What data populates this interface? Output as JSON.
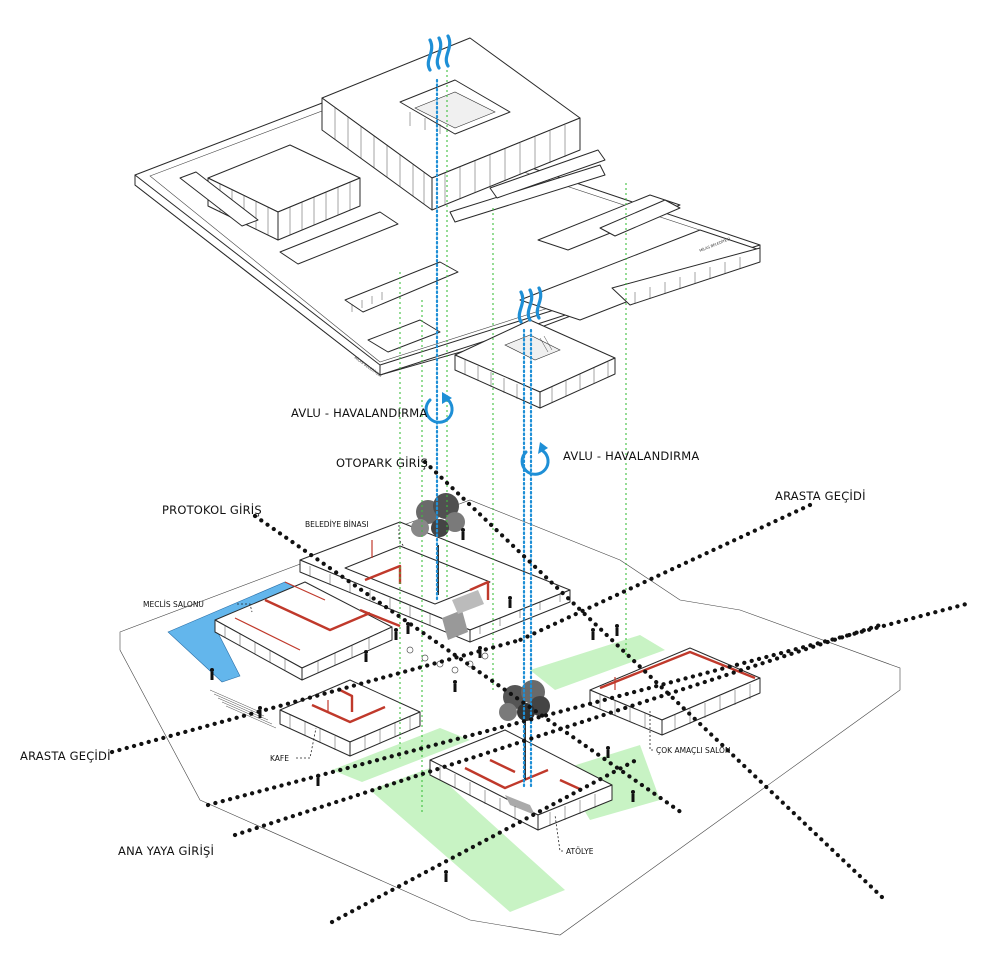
{
  "labels": {
    "avlu_1": "AVLU - HAVALANDIRMA",
    "avlu_2": "AVLU - HAVALANDIRMA",
    "otopark": "OTOPARK GİRİŞ",
    "protokol": "PROTOKOL GİRİŞ",
    "arasta_top": "ARASTA GEÇİDİ",
    "arasta_left": "ARASTA GEÇİDİ",
    "ana_yaya": "ANA YAYA GİRİŞİ",
    "belediye": "BELEDİYE BİNASI",
    "meclis": "MECLİS SALONU",
    "kafe": "KAFE",
    "cok_amacli": "ÇOK AMAÇLI SALON",
    "atolye": "ATÖLYE",
    "roof_sign_1": "MİLAS BELEDİYESİ",
    "roof_sign_2": "MİLAS BELEDİYESİ"
  },
  "icons": [
    "wind-icon",
    "rotation-arrow-icon",
    "tree-icon",
    "person-icon"
  ],
  "colors": {
    "ventilation": "#1e8fd6",
    "green_shaft": "#3fbf3f",
    "circulation_red": "#c0392b",
    "water": "#63b6ec",
    "green_area": "#c8f3c4"
  }
}
